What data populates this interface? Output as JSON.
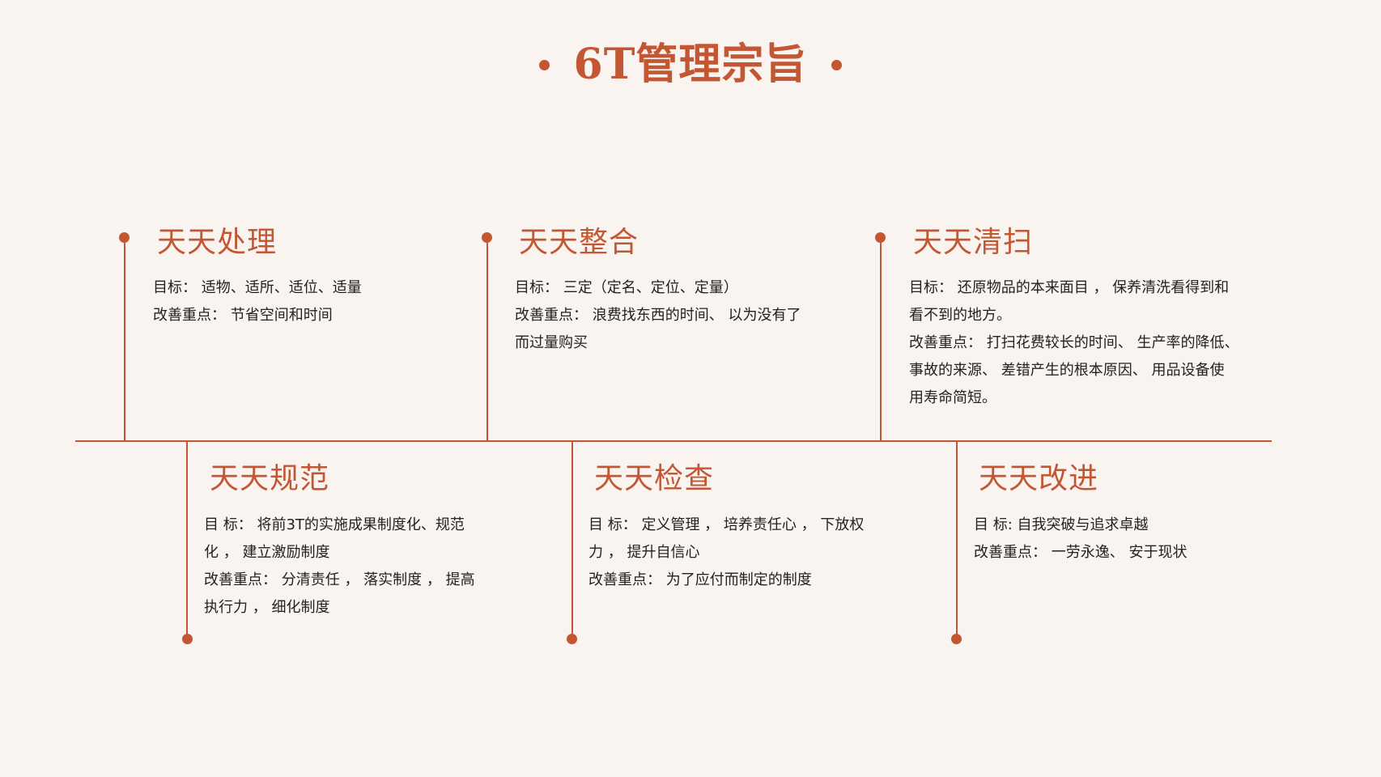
{
  "title": "6T管理宗旨",
  "colors": {
    "accent": "#c45733",
    "background": "#f9f4f0",
    "text": "#222222"
  },
  "items": [
    {
      "heading": "天天处理",
      "lines": [
        "目标： 适物、适所、适位、适量",
        "改善重点： 节省空间和时间"
      ]
    },
    {
      "heading": "天天整合",
      "lines": [
        "目标： 三定（定名、定位、定量）",
        "改善重点： 浪费找东西的时间、 以为没有了",
        "而过量购买"
      ]
    },
    {
      "heading": "天天清扫",
      "lines": [
        "目标： 还原物品的本来面目 ， 保养清洗看得到和",
        "看不到的地方。",
        "改善重点： 打扫花费较长的时间、 生产率的降低、",
        "事故的来源、 差错产生的根本原因、 用品设备使",
        "用寿命简短。"
      ]
    },
    {
      "heading": "天天规范",
      "lines": [
        "目  标： 将前3T的实施成果制度化、规范",
        "化 ， 建立激励制度",
        "改善重点： 分清责任 ， 落实制度 ， 提高",
        "执行力 ， 细化制度"
      ]
    },
    {
      "heading": "天天检查",
      "lines": [
        "目  标： 定义管理 ， 培养责任心 ， 下放权",
        "力 ，  提升自信心",
        "改善重点： 为了应付而制定的制度"
      ]
    },
    {
      "heading": "天天改进",
      "lines": [
        "目  标:  自我突破与追求卓越",
        "改善重点： 一劳永逸、 安于现状"
      ]
    }
  ]
}
